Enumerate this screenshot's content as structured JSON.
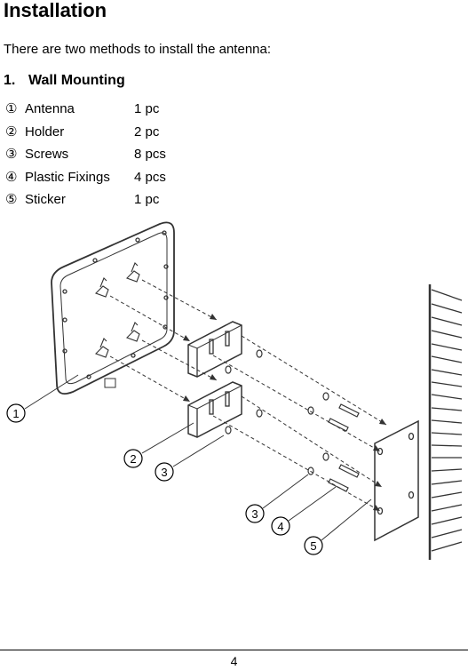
{
  "page": {
    "title": "Installation",
    "intro": "There are two methods to install the antenna:",
    "section": {
      "number": "1.",
      "title": "Wall Mounting"
    },
    "parts": [
      {
        "mark": "①",
        "name": "Antenna",
        "qty": "1 pc"
      },
      {
        "mark": "②",
        "name": "Holder",
        "qty": "2 pc"
      },
      {
        "mark": "③",
        "name": "Screws",
        "qty": "8 pcs"
      },
      {
        "mark": "④",
        "name": "Plastic Fixings",
        "qty": "4 pcs"
      },
      {
        "mark": "⑤",
        "name": "Sticker",
        "qty": "1 pc"
      }
    ],
    "figure_callouts": [
      "1",
      "2",
      "3",
      "3",
      "4",
      "5"
    ],
    "page_number": "4"
  }
}
